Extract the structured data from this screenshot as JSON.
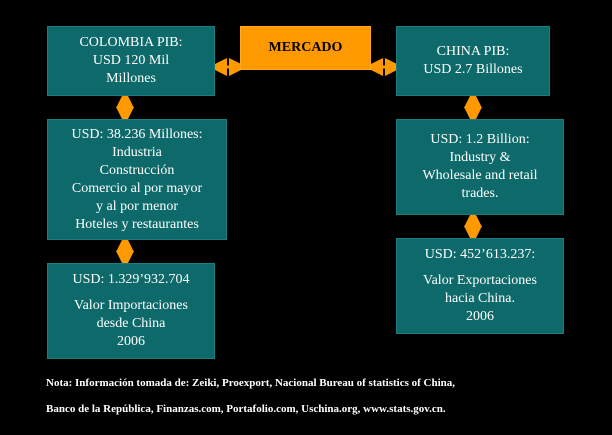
{
  "colombia_pib": {
    "lines": [
      "COLOMBIA PIB:",
      "USD  120 Mil",
      "Millones"
    ]
  },
  "mercado": {
    "label": "MERCADO"
  },
  "china_pib": {
    "lines": [
      "CHINA PIB:",
      "USD 2.7 Billones"
    ]
  },
  "colombia_sectors": {
    "lines": [
      "USD: 38.236 Millones:",
      "Industria",
      "Construcción",
      "Comercio al por mayor",
      "y al por menor",
      "Hoteles y restaurantes"
    ]
  },
  "china_sectors": {
    "lines": [
      "USD: 1.2 Billion:",
      "Industry &",
      "Wholesale and retail",
      "trades."
    ]
  },
  "colombia_imports": {
    "amount": "USD: 1.329’932.704",
    "lines": [
      "Valor Importaciones",
      "desde China",
      "2006"
    ]
  },
  "china_exports": {
    "amount": "USD: 452’613.237:",
    "lines": [
      "Valor Exportaciones",
      "hacia China.",
      "2006"
    ]
  },
  "note": {
    "line1": "Nota: Información tomada de: Zeiki, Proexport, Nacional Bureau of statistics of China,",
    "line2": "Banco de la República, Finanzas.com, Portafolio.com, Uschina.org, www.stats.gov.cn."
  },
  "colors": {
    "box": "#0e6a6a",
    "mercado": "#ff9900",
    "arrow": "#ff9900",
    "background": "#000000"
  }
}
